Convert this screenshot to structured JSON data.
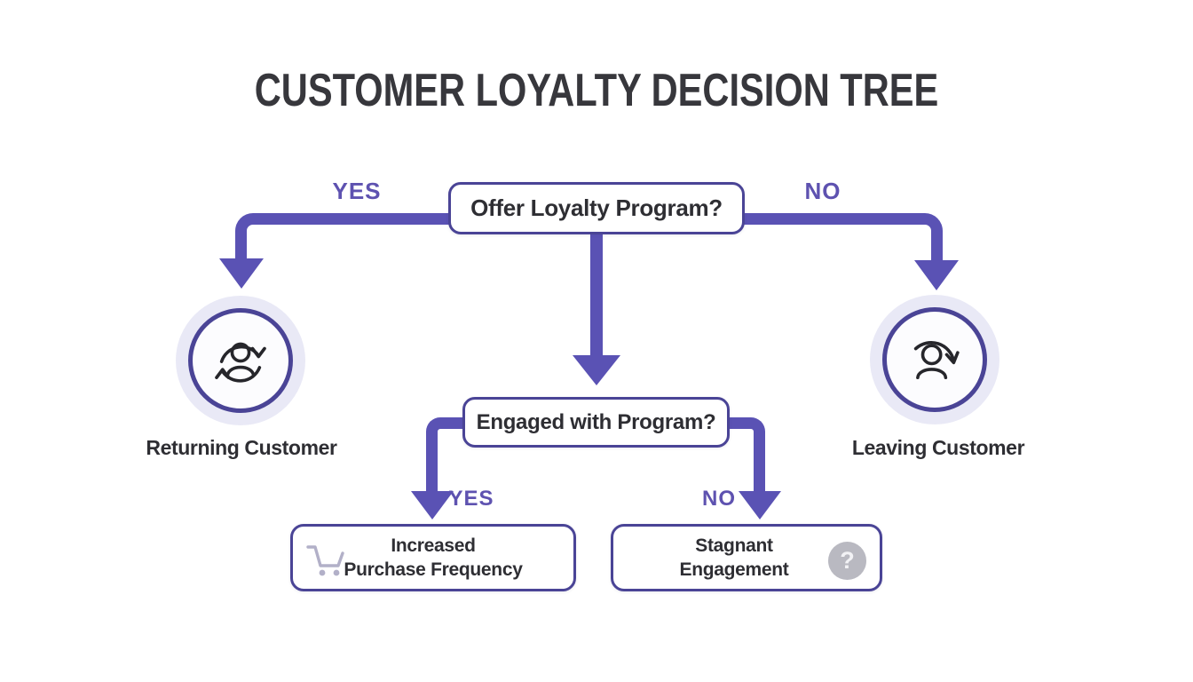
{
  "title": "CUSTOMER LOYALTY DECISION TREE",
  "nodes": {
    "offer": {
      "label": "Offer Loyalty Program?"
    },
    "engaged": {
      "label": "Engaged with Program?"
    },
    "returning": {
      "label": "Returning Customer",
      "icon": "person-cycle-icon"
    },
    "leaving": {
      "label": "Leaving Customer",
      "icon": "person-leaving-icon"
    },
    "increased": {
      "line1": "Increased",
      "line2": "Purchase Frequency",
      "icon": "cart-icon"
    },
    "stagnant": {
      "line1": "Stagnant",
      "line2": "Engagement",
      "icon": "question-icon",
      "badge": "?"
    }
  },
  "branches": {
    "offer_yes": "YES",
    "offer_no": "NO",
    "engaged_yes": "YES",
    "engaged_no": "NO"
  },
  "colors": {
    "line": "#5a52b4",
    "box-border": "#4a4496",
    "branch-label": "#5e52b0",
    "title-text": "#37373c",
    "node-text": "#2e2e33",
    "circle-bg": "#e9e9f6",
    "circle-inner": "#fcfcfe",
    "muted-icon": "#b2b0c8",
    "badge-bg": "#b9b9c1"
  }
}
